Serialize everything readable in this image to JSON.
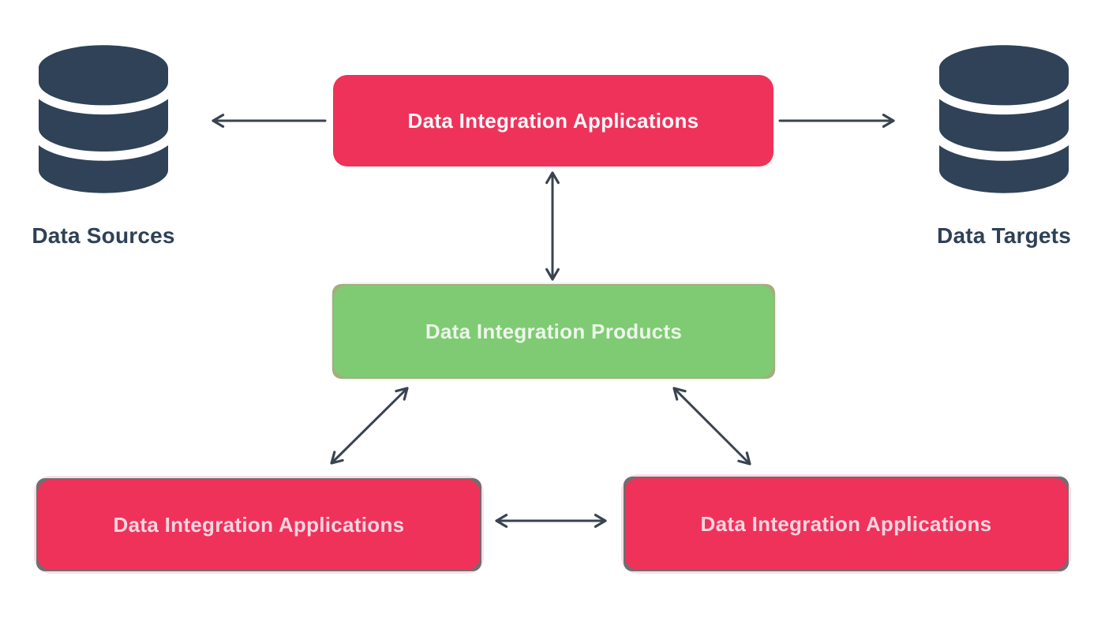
{
  "diagram": {
    "background": "#ffffff",
    "colors": {
      "application_box": "#EF325A",
      "products_box": "#7FCB73",
      "database_icon": "#2F4257",
      "arrow": "#3A4350",
      "node_label_text": "#2E4156",
      "bottom_box_halo": "#FBDCE9"
    },
    "nodes": {
      "data_sources": {
        "label": "Data Sources",
        "icon": "database-icon"
      },
      "data_targets": {
        "label": "Data Targets",
        "icon": "database-icon"
      },
      "top_application": {
        "label": "Data Integration Applications"
      },
      "products": {
        "label": "Data Integration Products"
      },
      "bottom_left_application": {
        "label": "Data Integration Applications"
      },
      "bottom_right_application": {
        "label": "Data Integration Applications"
      }
    },
    "connections": [
      {
        "from": "top_application",
        "to": "data_sources",
        "direction": "one-way"
      },
      {
        "from": "top_application",
        "to": "data_targets",
        "direction": "one-way"
      },
      {
        "from": "top_application",
        "to": "products",
        "direction": "two-way"
      },
      {
        "from": "products",
        "to": "bottom_left_application",
        "direction": "two-way"
      },
      {
        "from": "products",
        "to": "bottom_right_application",
        "direction": "two-way"
      },
      {
        "from": "bottom_left_application",
        "to": "bottom_right_application",
        "direction": "two-way"
      }
    ]
  }
}
